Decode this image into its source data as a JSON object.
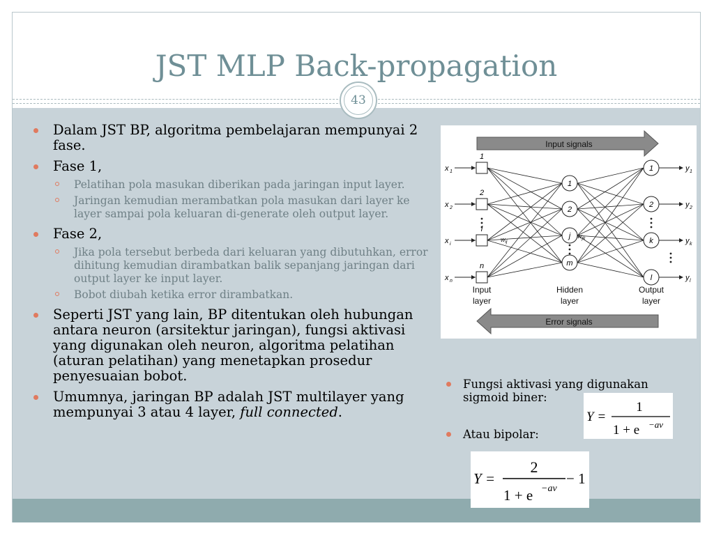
{
  "title": "JST MLP Back-propagation",
  "slide_number": "43",
  "bullets": [
    {
      "text": "Dalam JST BP, algoritma pembelajaran mempunyai 2 fase."
    },
    {
      "text": "Fase 1,",
      "sub": [
        "Pelatihan pola masukan diberikan pada jaringan input layer.",
        "Jaringan kemudian merambatkan pola masukan dari layer ke layer sampai pola keluaran di-generate oleh output layer."
      ]
    },
    {
      "text": "Fase 2,",
      "sub": [
        "Jika pola tersebut berbeda dari keluaran yang dibutuhkan, error dihitung kemudian dirambatkan balik sepanjang jaringan dari output layer ke input layer.",
        "Bobot diubah ketika error dirambatkan."
      ]
    },
    {
      "text": "Seperti JST yang lain, BP ditentukan oleh hubungan antara neuron (arsitektur jaringan), fungsi aktivasi yang digunakan oleh neuron, algoritma pelatihan (aturan pelatihan) yang menetapkan prosedur penyesuaian bobot."
    },
    {
      "text_before": "Umumnya, jaringan BP adalah JST multilayer yang mempunyai 3 atau 4 layer, ",
      "text_italic": "full connected",
      "text_after": "."
    }
  ],
  "right_bullets": [
    "Fungsi aktivasi yang digunakan sigmoid biner:",
    "Atau bipolar:"
  ],
  "diagram": {
    "input_signals": "Input signals",
    "error_signals": "Error signals",
    "input_layer_label": [
      "Input",
      "layer"
    ],
    "hidden_layer_label": [
      "Hidden",
      "layer"
    ],
    "output_layer_label": [
      "Output",
      "layer"
    ],
    "input_node_labels": [
      "1",
      "2",
      "i",
      "n"
    ],
    "hidden_node_labels": [
      "1",
      "2",
      "j",
      "m"
    ],
    "output_node_labels": [
      "1",
      "2",
      "k",
      "l"
    ],
    "x_labels": [
      "x",
      "x",
      "x",
      "x"
    ],
    "x_subs": [
      "1",
      "2",
      "i",
      "n"
    ],
    "y_labels": [
      "y",
      "y",
      "y",
      "y"
    ],
    "y_subs": [
      "1",
      "2",
      "k",
      "l"
    ],
    "weight_ij": "w",
    "weight_ij_sub": "ij",
    "weight_jk": "w",
    "weight_jk_sub": "jk"
  },
  "formula_binary": {
    "lhs": "Y =",
    "num": "1",
    "den": "1 + e",
    "exp": "−av"
  },
  "formula_bipolar": {
    "lhs": "Y =",
    "num": "2",
    "den": "1 + e",
    "exp": "−av",
    "tail": "− 1"
  },
  "colors": {
    "title": "#6f8f96",
    "content_bg": "#c8d3d9",
    "footer": "#8fabae",
    "bullet": "#e07a5f",
    "sub_text": "#6f8086"
  }
}
